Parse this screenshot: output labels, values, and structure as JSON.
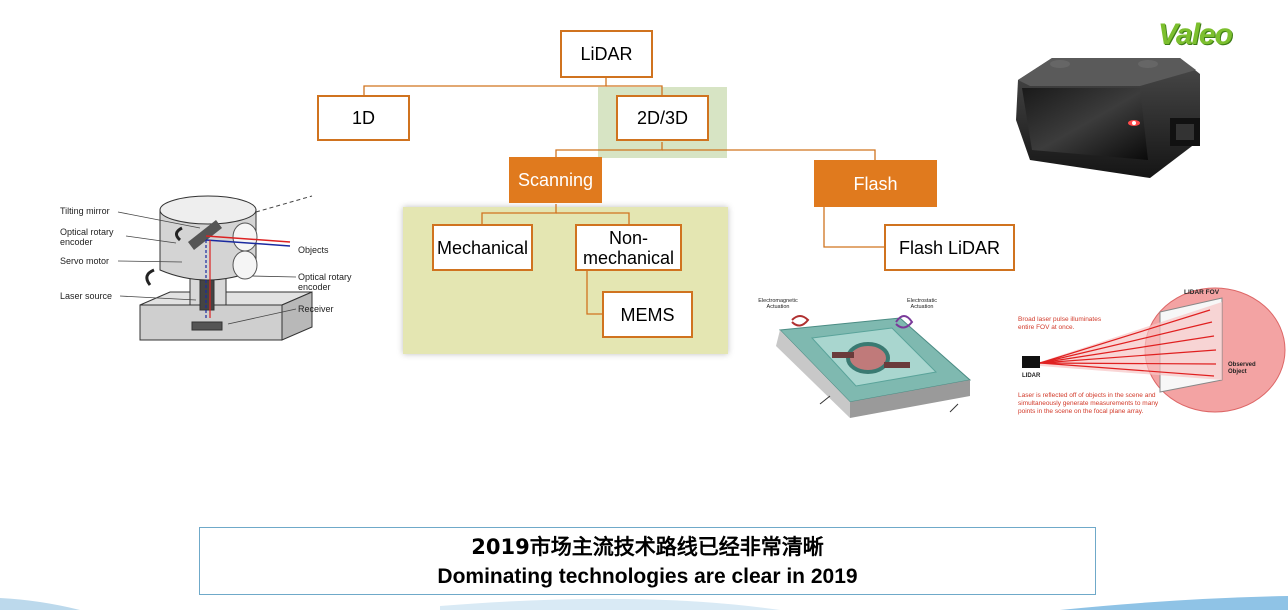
{
  "tree": {
    "root": "LiDAR",
    "n1d": "1D",
    "n2d3d": "2D/3D",
    "scanning": "Scanning",
    "flash": "Flash",
    "mechanical": "Mechanical",
    "nonmech": "Non-\nmechanical",
    "mems": "MEMS",
    "flash_lidar": "Flash LiDAR"
  },
  "logo": "Valeo",
  "scanner": {
    "tilting_mirror": "Tilting mirror",
    "optical_encoder_1": "Optical rotary encoder",
    "servo_motor": "Servo motor",
    "laser_source": "Laser source",
    "objects": "Objects",
    "optical_encoder_2": "Optical rotary encoder",
    "receiver": "Receiver"
  },
  "mems_fig": {
    "em_actuation": "Electromagnetic Actuation",
    "es_actuation": "Electrostatic Actuation"
  },
  "flash_fig": {
    "top_note": "Broad laser pulse illuminates entire FOV at once.",
    "fov": "LIDAR FOV",
    "lidar": "LIDAR",
    "observed": "Observed Object",
    "bottom_note": "Laser is reflected off of objects in the scene and simultaneously generate measurements to many points in the scene on the focal plane array."
  },
  "banner": {
    "line1": "2019市场主流技术路线已经非常清晰",
    "line2": "Dominating technologies are clear in 2019"
  },
  "colors": {
    "accent_orange": "#e07a1e",
    "green_highlight": "#d7e4c4",
    "olive_highlight": "#e4e6b2",
    "banner_border": "#6fa9c9"
  }
}
